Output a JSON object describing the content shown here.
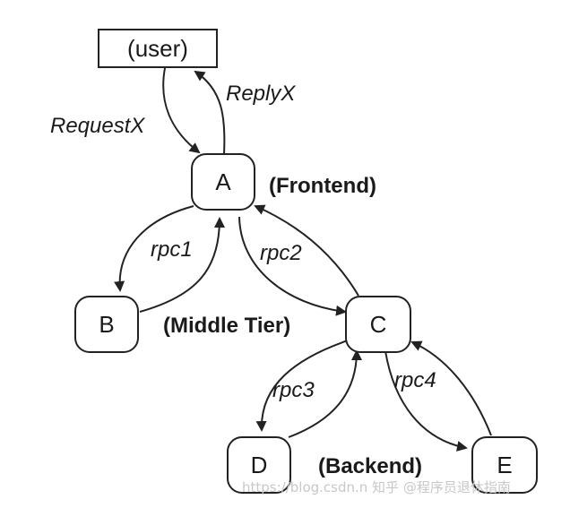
{
  "nodes": {
    "user": "(user)",
    "a": "A",
    "b": "B",
    "c": "C",
    "d": "D",
    "e": "E"
  },
  "edges": {
    "request": "RequestX",
    "reply": "ReplyX",
    "rpc1": "rpc1",
    "rpc2": "rpc2",
    "rpc3": "rpc3",
    "rpc4": "rpc4"
  },
  "tiers": {
    "frontend": "(Frontend)",
    "middle": "(Middle Tier)",
    "backend": "(Backend)"
  },
  "watermark": "https://blog.csdn.n  知乎 @程序员退休指南"
}
